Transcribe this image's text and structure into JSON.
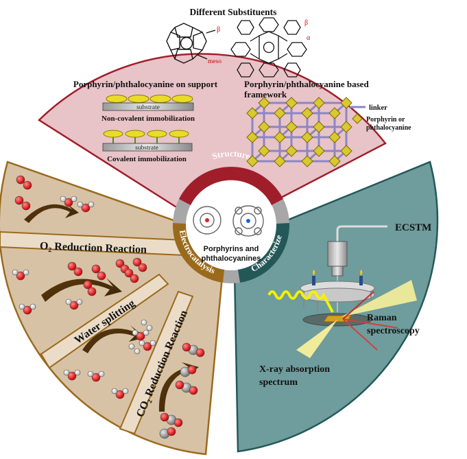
{
  "structure": {
    "title": "Different Substituents",
    "beta_left": "β",
    "meso_left": "meso",
    "beta_right": "β",
    "alpha_right": "α",
    "support_title": "Porphyrin/phthalocyanine on support",
    "framework_title_line1": "Porphyrin/phthalocyanine based",
    "framework_title_line2": "framework",
    "substrate_label": "substrate",
    "noncovalent_label": "Non-covalent immobilization",
    "covalent_label": "Covalent immobilization",
    "legend_linker": "linker",
    "legend_node_line1": "Porphyrin or",
    "legend_node_line2": "phthalocyanine"
  },
  "ring": {
    "structure_tab": "Structure",
    "characterize_tab": "Characterize",
    "electrocatalysis_tab": "Electrocatalysis",
    "center_line1": "Porphyrins and",
    "center_line2": "phthalocyanines"
  },
  "electrocatalysis": {
    "orr_label": "O₂ Reduction Reaction",
    "water_label": "Water splitting",
    "co2_label": "CO₂ Reduction Reaction"
  },
  "characterize": {
    "ecstm_label": "ECSTM",
    "raman_line1": "Raman",
    "raman_line2": "spectroscopy",
    "xray_line1": "X-ray absorption",
    "xray_line2": "spectrum"
  },
  "colors": {
    "structure_fill": "#e8c3c8",
    "structure_stroke": "#a01e2a",
    "electro_fill": "#d8c2a6",
    "electro_stroke": "#9a6a1c",
    "char_fill": "#6f9c9c",
    "char_stroke": "#245858",
    "ring_gray": "#a7a7a7"
  }
}
